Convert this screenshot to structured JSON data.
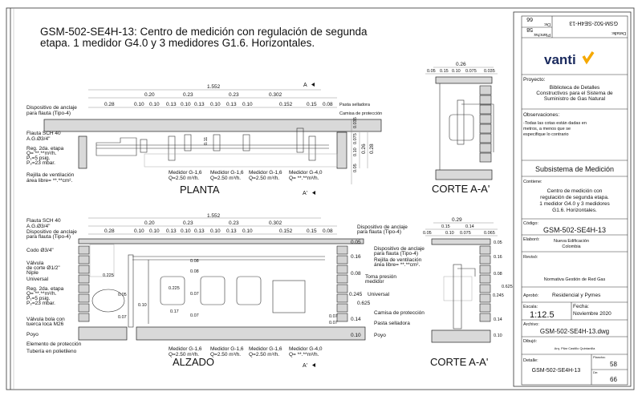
{
  "title": {
    "line1": "GSM-502-SE4H-13: Centro de medición con regulación de segunda",
    "line2": "etapa.  1 medidor G4.0 y 3 medidores G1.6. Horizontales."
  },
  "planta": {
    "label": "PLANTA",
    "section_a": "A",
    "section_a2": "A'",
    "dims_top": [
      "1.552",
      "0.20",
      "0.23",
      "0.23",
      "0.302"
    ],
    "dims_bottom": [
      "0.28",
      "0.10",
      "0.10",
      "0.13",
      "0.10",
      "0.13",
      "0.10",
      "0.13",
      "0.10",
      "0.152",
      "0.15",
      "0.08"
    ],
    "dims_right": [
      "0.035",
      "0.075",
      "0.10",
      "0.26",
      "0.28",
      "0.05"
    ],
    "dim_inner": "0.11",
    "labels_left": [
      "Dispositivo de anclaje",
      "para flauta (Tipo-4)",
      "Flauta SCH 40",
      "A.G.Ø3/4\"",
      "Reg. 2da. etapa",
      "Q= **.**m³/h.",
      "P₁=5 psig.",
      "P₂=23 mbar.",
      "Rejilla de ventilación",
      "área libre= **.**cm²."
    ],
    "labels_right": [
      "Pasta selladora",
      "Camisa de protección"
    ],
    "meters": [
      {
        "name": "Medidor G-1,6",
        "q": "Q=2.50 m³/h."
      },
      {
        "name": "Medidor G-1,6",
        "q": "Q=2.50 m³/h."
      },
      {
        "name": "Medidor G-1,6",
        "q": "Q=2.50 m³/h."
      },
      {
        "name": "Medidor G-4,0",
        "q": "Q= **.**m³/h."
      }
    ]
  },
  "corte_top": {
    "label": "CORTE A-A'",
    "dims": [
      "0.26",
      "0.05",
      "0.15",
      "0.10",
      "0.075",
      "0.035"
    ]
  },
  "alzado": {
    "label": "ALZADO",
    "section_a2": "A'",
    "dims_top": [
      "1.552",
      "0.20",
      "0.23",
      "0.23",
      "0.302"
    ],
    "dims_bottom": [
      "0.28",
      "0.10",
      "0.10",
      "0.13",
      "0.10",
      "0.13",
      "0.10",
      "0.13",
      "0.10",
      "0.152",
      "0.15",
      "0.08"
    ],
    "dims_inner": [
      "0.225",
      "0.05",
      "0.10",
      "0.07",
      "0.08",
      "0.08",
      "0.07",
      "0.07",
      "0.225",
      "0.17",
      "0.07",
      "0.07"
    ],
    "dims_right": [
      "0.05",
      "0.16",
      "0.08",
      "0.245",
      "0.625",
      "0.14",
      "0.10"
    ],
    "labels_left": [
      "Flauta SCH 40",
      "A.G.Ø3/4\"",
      "Dispositivo de anclaje",
      "para flauta (Tipo-4)",
      "Codo Ø3/4\"",
      "Válvula",
      "de corte Ø1/2\"",
      "Niple",
      "Universal",
      "Reg. 2da. etapa",
      "Q= **.**m³/h.",
      "P₁=5 psig.",
      "P₂=23 mbar.",
      "Válvula bola con",
      "tuerca loca M26",
      "Poyo",
      "Elemento de protección",
      "Tubería en polietileno"
    ],
    "labels_right": [
      "Dispositivo de anclaje",
      "para flauta (Tipo-4)",
      "Dispositivo de anclaje",
      "para flauta (Tipo-4)",
      "Rejilla de ventilación",
      "área libre= **.**cm².",
      "Toma presión",
      "medidor",
      "Universal",
      "Camisa de protección",
      "Pasta selladora",
      "Poyo"
    ],
    "meters": [
      {
        "name": "Medidor G-1,6",
        "q": "Q=2.50 m³/h."
      },
      {
        "name": "Medidor G-1,6",
        "q": "Q=2.50 m³/h."
      },
      {
        "name": "Medidor G-1,6",
        "q": "Q=2.50 m³/h."
      },
      {
        "name": "Medidor G-4,0",
        "q": "Q= **.**m³/h."
      }
    ]
  },
  "corte_bottom": {
    "label": "CORTE A-A'",
    "dims_top": [
      "0.29",
      "0.05",
      "0.15",
      "0.10",
      "0.14",
      "0.075",
      "0.065"
    ],
    "dims_right": [
      "0.05",
      "0.16",
      "0.08",
      "0.625",
      "0.245",
      "0.14",
      "0.10"
    ]
  },
  "title_block": {
    "de_label": "De:",
    "de_value": "66",
    "plancha_label": "Plancha:",
    "plancha_value": "58",
    "detalle_label": "Detalle:",
    "detalle_value": "GSM-502-SE4H-13",
    "logo": "vanti",
    "logo_color": "#f5a800",
    "logo_text_color": "#1a2a5e",
    "proyecto_label": "Proyecto:",
    "proyecto": [
      "Biblioteca de Detalles",
      "Constructivos para el Sistema de",
      "Suministro de Gas Natural"
    ],
    "observaciones_label": "Observaciones:",
    "observaciones": [
      "-Todas las cotas están dadas en",
      "metros, a menos que se",
      "especifique lo contrario"
    ],
    "subsistema": "Subsistema de Medición",
    "contiene_label": "Contiene:",
    "contiene": [
      "Centro de medición con",
      "regulación de segunda etapa.",
      "1 medidor G4.0 y 3 medidores",
      "G1.6. Horizontales."
    ],
    "codigo_label": "Código:",
    "codigo": "GSM-502-SE4H-13",
    "elaboro_label": "Elaboró:",
    "elaboro": [
      "Nueva Edificación",
      "Colombia"
    ],
    "reviso_label": "Revisó:",
    "reviso": "Normativa Gestión de Red Gas",
    "aprobo_label": "Aprobó:",
    "aprobo": "Residencial y Pymes",
    "escala_label": "Escala:",
    "escala": "1:12.5",
    "fecha_label": "Fecha:",
    "fecha": "Noviembre 2020",
    "archivo_label": "Archivo:",
    "archivo": "GSM-502-SE4H-13.dwg",
    "dibujo_label": "Dibujó:",
    "dibujo": "Arq. Pilar Castillo Quintanilla",
    "detalle2_label": "Detalle:",
    "detalle2": "GSM-502-SE4H-13",
    "plancha2_label": "Plancha:",
    "plancha2": "58",
    "de2_label": "De:",
    "de2": "66"
  }
}
